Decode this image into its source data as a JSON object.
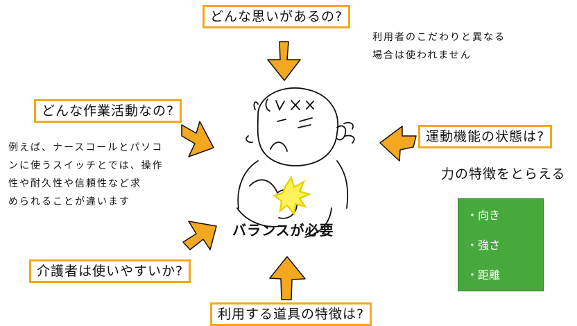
{
  "boxes": {
    "top": "どんな思いがあるの?",
    "left": "どんな作業活動なの?",
    "right": "運動機能の状態は?",
    "bottom_left": "介護者は使いやすいか?",
    "bottom": "利用する道具の特徴は?"
  },
  "notes": {
    "top_right": [
      "利用者のこだわりと異なる",
      "場合は使われません"
    ],
    "left": [
      "例えば、ナースコールとパソコ",
      "ンに使うスイッチとでは、操作",
      "性や耐久性や信頼性など求",
      "められることが違います"
    ]
  },
  "force": {
    "heading": "力の特徴をとらえる",
    "items": [
      "・向き",
      "・強さ",
      "・距離"
    ]
  },
  "center_label": "バランスが必要",
  "colors": {
    "accent": "#f3a81f",
    "green": "#47a93c"
  }
}
